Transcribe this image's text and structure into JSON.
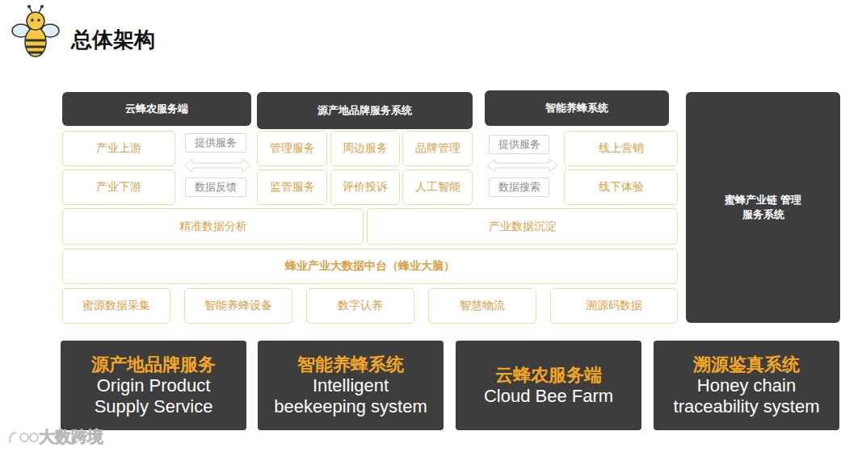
{
  "diagram": {
    "title": "总体架构",
    "nodes": [
      {
        "text": [
          "云蜂农服务端"
        ]
      },
      {
        "text": [
          "源产地品牌服务系统"
        ]
      },
      {
        "text": [
          "智能养蜂系统"
        ]
      },
      {
        "text": [
          "蜜蜂产业链 管理服务系统"
        ]
      },
      {
        "text": [
          "产业上游"
        ]
      },
      {
        "text": [
          "提供服务"
        ]
      },
      {
        "text": [
          "管理服务"
        ]
      },
      {
        "text": [
          "周边服务"
        ]
      },
      {
        "text": [
          "品牌管理"
        ]
      },
      {
        "text": [
          "提供服务"
        ]
      },
      {
        "text": [
          "线上营销"
        ]
      },
      {
        "text": [
          "产业下游"
        ]
      },
      {
        "text": [
          "数据反馈"
        ]
      },
      {
        "text": [
          "监管服务"
        ]
      },
      {
        "text": [
          "评价投诉"
        ]
      },
      {
        "text": [
          "人工智能"
        ]
      },
      {
        "text": [
          "数据搜索"
        ]
      },
      {
        "text": [
          "线下体验"
        ]
      },
      {
        "text": [
          "精准数据分析"
        ]
      },
      {
        "text": [
          "产业数据沉淀"
        ]
      },
      {
        "text": [
          "蜂业产业大数据中台（蜂业大脑）"
        ]
      },
      {
        "text": [
          "蜜源数据采集"
        ]
      },
      {
        "text": [
          "智能养蜂设备"
        ]
      },
      {
        "text": [
          "数字认养"
        ]
      },
      {
        "text": [
          "智慧物流"
        ]
      },
      {
        "text": [
          "溯源码数据"
        ]
      },
      {
        "text": [
          "源产地品牌服务",
          "Origin Product Supply Service"
        ]
      },
      {
        "text": [
          "智能养蜂系统",
          "Intelligent beekeeping system"
        ]
      },
      {
        "text": [
          "云蜂农服务端",
          "Cloud Bee Farm"
        ]
      },
      {
        "text": [
          "溯源鉴真系统",
          "Honey chain traceability system"
        ]
      }
    ],
    "labels": [
      "大数跨境"
    ]
  }
}
